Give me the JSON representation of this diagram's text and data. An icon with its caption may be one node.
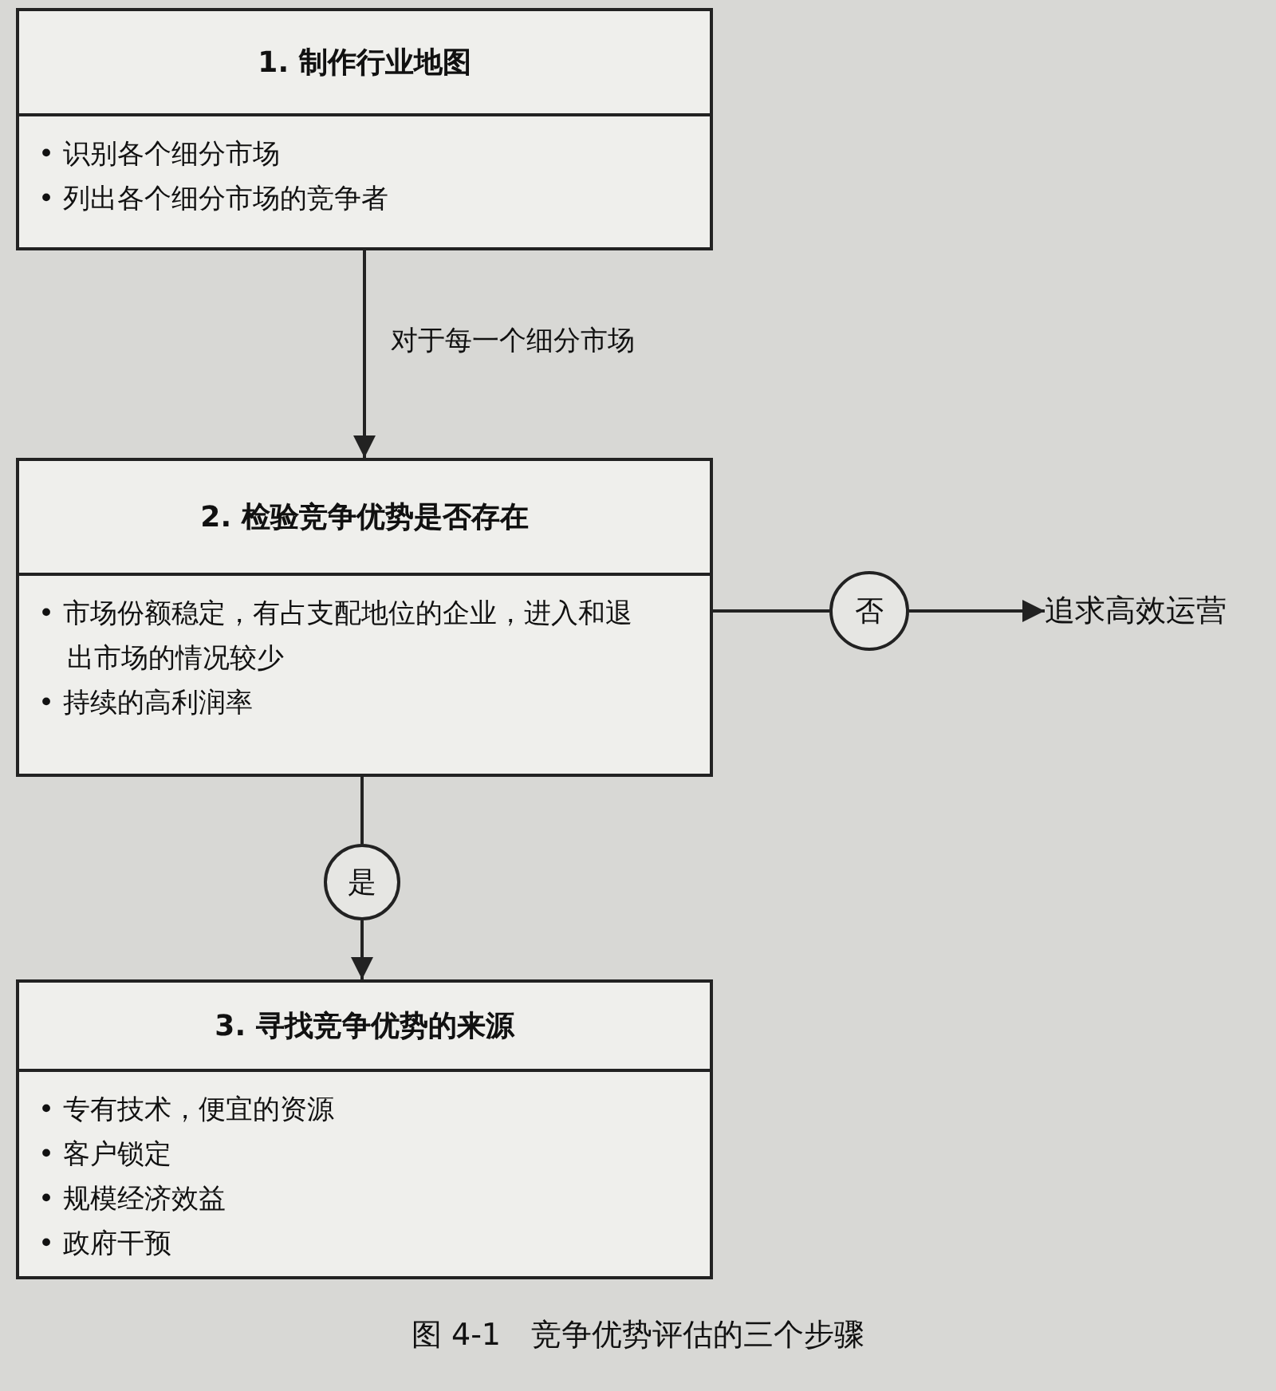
{
  "diagram": {
    "caption": "图 4-1　竞争优势评估的三个步骤",
    "nodes": [
      {
        "text": [
          "1. 制作行业地图",
          "• 识别各个细分市场",
          "• 列出各个细分市场的竞争者"
        ]
      },
      {
        "text": [
          "2. 检验竞争优势是否存在",
          "• 市场份额稳定，有占支配地位的企业，进入和退出市场的情况较少",
          "• 持续的高利润率"
        ]
      },
      {
        "text": [
          "否"
        ]
      },
      {
        "text": [
          "追求高效运营"
        ]
      },
      {
        "text": [
          "是"
        ]
      },
      {
        "text": [
          "3. 寻找竞争优势的来源",
          "• 专有技术，便宜的资源",
          "• 客户锁定",
          "• 规模经济效益",
          "• 政府干预"
        ]
      }
    ],
    "edges": [
      {
        "from": 0,
        "to": 1,
        "arrow": "to",
        "label": "对于每一个细分市场"
      },
      {
        "from": 1,
        "to": 2,
        "arrow": "none"
      },
      {
        "from": 2,
        "to": 3,
        "arrow": "to"
      },
      {
        "from": 1,
        "to": 4,
        "arrow": "none"
      },
      {
        "from": 4,
        "to": 5,
        "arrow": "to"
      }
    ]
  }
}
